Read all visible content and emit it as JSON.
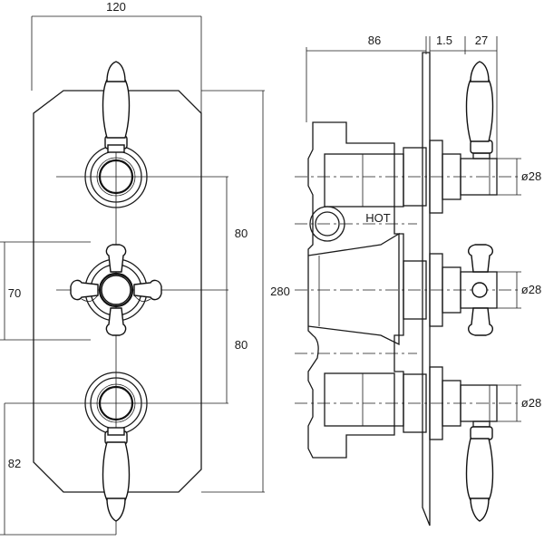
{
  "dimensions": {
    "front_width": "120",
    "handle_spacing_top": "80",
    "handle_spacing_bottom": "80",
    "cross_plate_height": "70",
    "bottom_to_center": "82",
    "overall_height": "280",
    "body_depth": "86",
    "plate_thickness": "1.5",
    "handle_projection": "27",
    "diameter_top": "ø28",
    "diameter_middle": "ø28",
    "diameter_bottom": "ø28"
  },
  "labels": {
    "hot": "HOT"
  }
}
